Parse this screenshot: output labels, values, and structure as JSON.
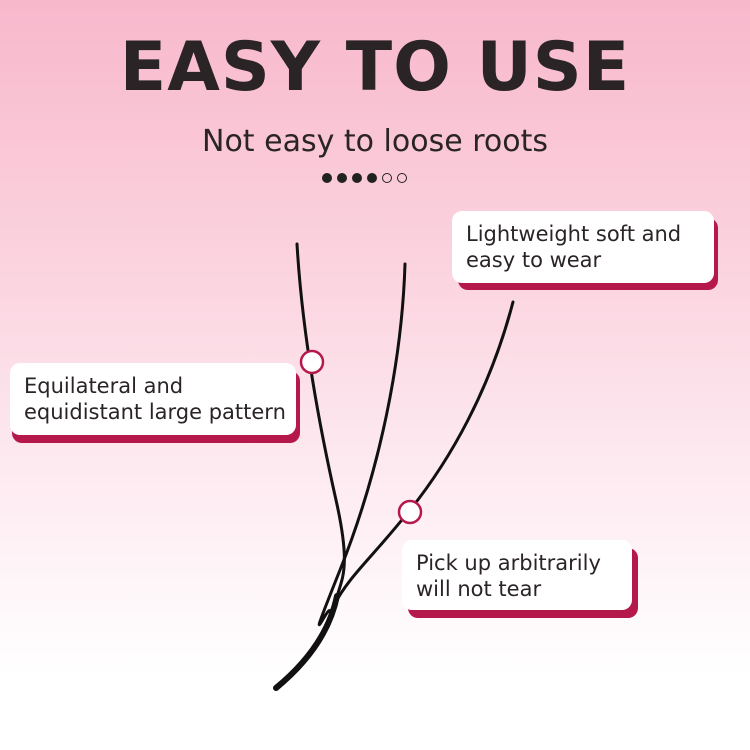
{
  "heading": "EASY TO USE",
  "subheading": "Not easy to loose roots",
  "pagination": {
    "total": 6,
    "active": 4
  },
  "labels": {
    "top_right": [
      "Lightweight soft and",
      "easy to wear"
    ],
    "left": [
      "Equilateral and",
      "equidistant large pattern"
    ],
    "bottom_right": [
      "Pick up arbitrarily",
      "will not tear"
    ]
  },
  "colors": {
    "accent": "#b5184a",
    "text": "#2a2426",
    "background_top": "#f8b8cc",
    "background_bottom": "#ffffff"
  }
}
